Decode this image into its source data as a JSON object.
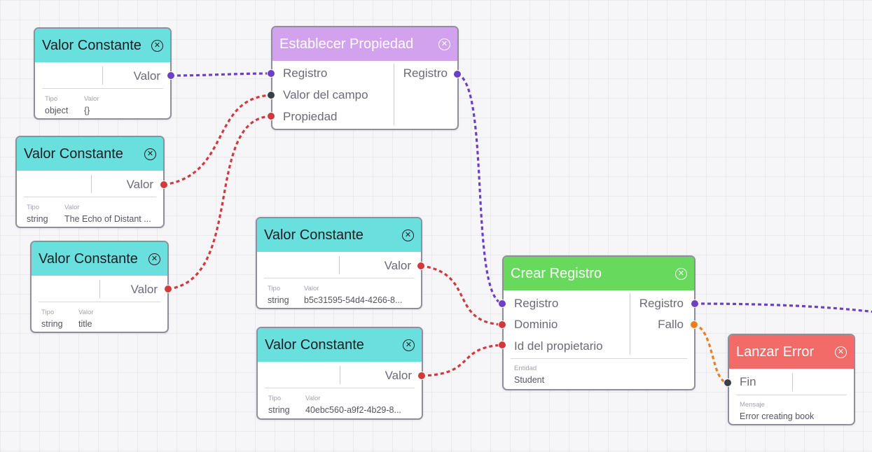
{
  "colors": {
    "record_edge": "#6c3fc4",
    "value_edge": "#d2393b",
    "error_edge": "#ef7d1e",
    "field_port": "#3b4048"
  },
  "icons": {
    "close": "circle-x-icon"
  },
  "meta_labels": {
    "type": "Tipo",
    "value": "Valor",
    "entity": "Entidad",
    "message": "Mensaje"
  },
  "const_object": {
    "title": "Valor Constante",
    "output": "Valor",
    "type": "object",
    "value": "{}"
  },
  "const_string_1": {
    "title": "Valor Constante",
    "output": "Valor",
    "type": "string",
    "value": "The Echo of Distant ..."
  },
  "const_title": {
    "title": "Valor Constante",
    "output": "Valor",
    "type": "string",
    "value": "title"
  },
  "const_uuid_1": {
    "title": "Valor Constante",
    "output": "Valor",
    "type": "string",
    "value": "b5c31595-54d4-4266-8..."
  },
  "const_uuid_2": {
    "title": "Valor Constante",
    "output": "Valor",
    "type": "string",
    "value": "40ebc560-a9f2-4b29-8..."
  },
  "set_property": {
    "title": "Establecer Propiedad",
    "inputs": [
      "Registro",
      "Valor del campo",
      "Propiedad"
    ],
    "output": "Registro"
  },
  "create_record": {
    "title": "Crear Registro",
    "inputs": [
      "Registro",
      "Dominio",
      "Id del propietario"
    ],
    "outputs": [
      "Registro",
      "Fallo"
    ],
    "entity": "Student"
  },
  "throw_error": {
    "title": "Lanzar Error",
    "input": "Fin",
    "message": "Error creating book"
  }
}
